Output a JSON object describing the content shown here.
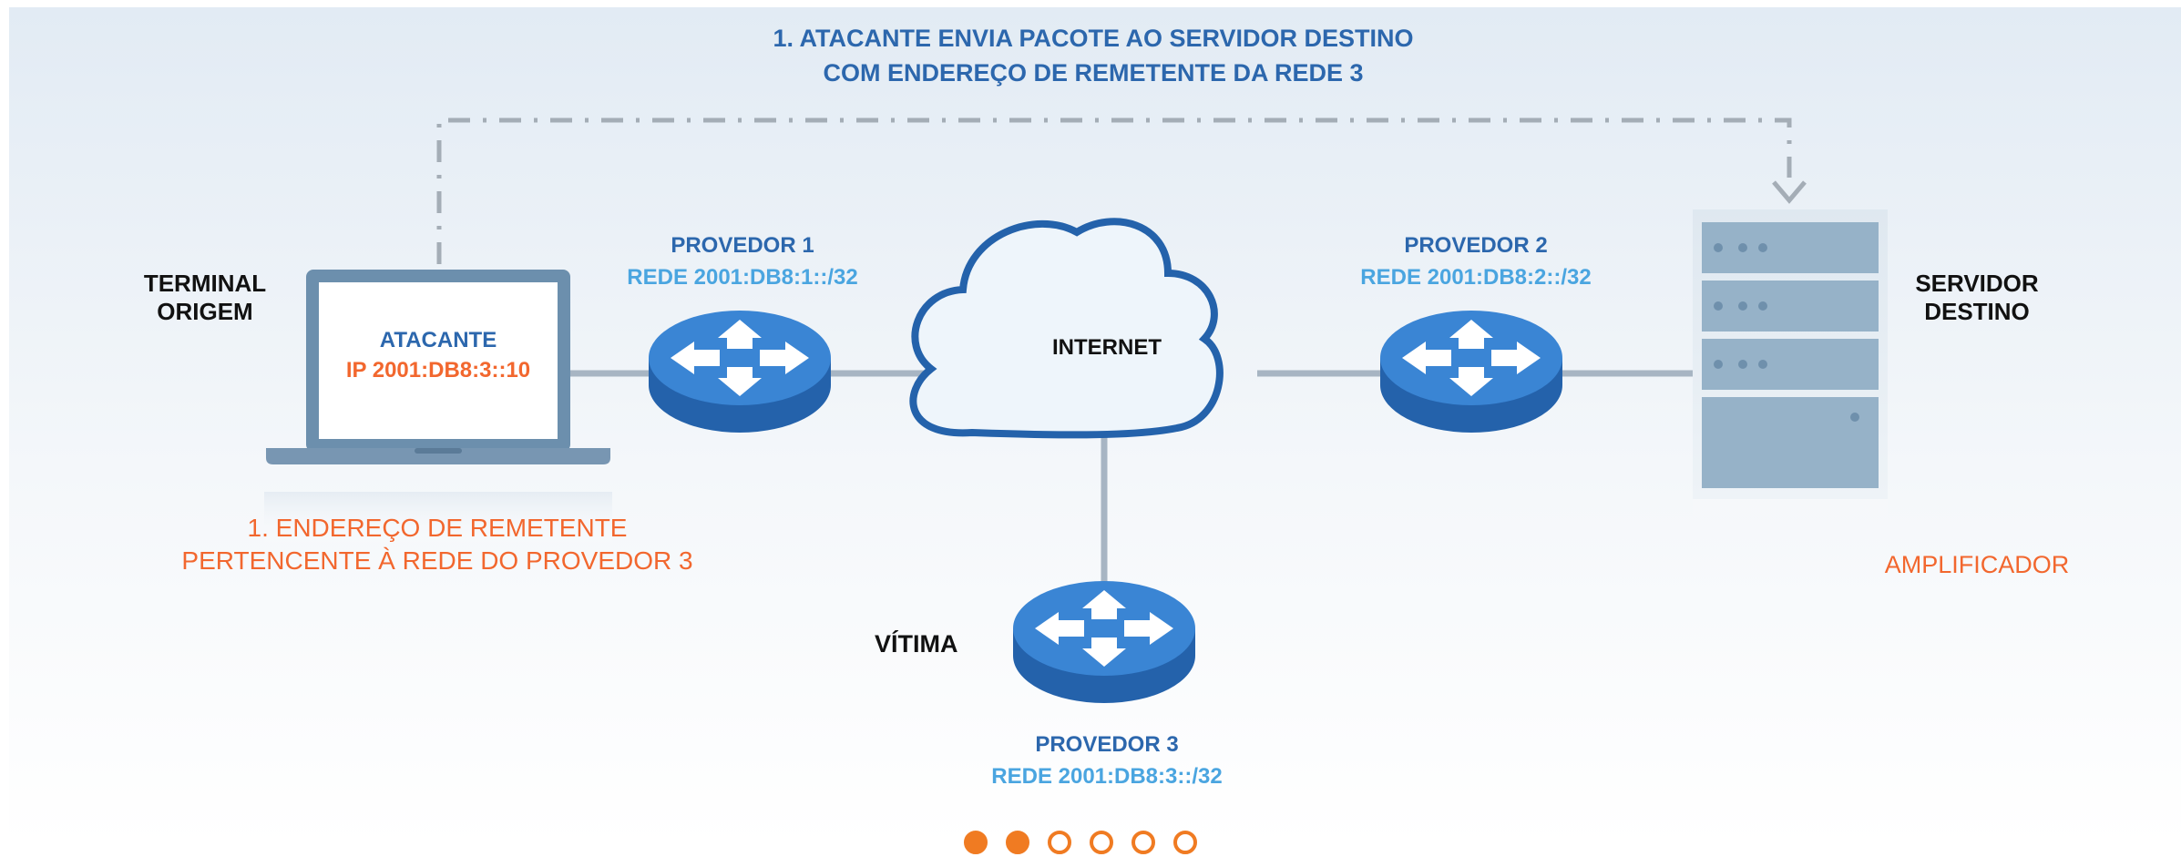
{
  "top_note": {
    "line1": "1. ATACANTE ENVIA PACOTE AO SERVIDOR DESTINO",
    "line2": "COM ENDEREÇO DE REMETENTE DA REDE 3"
  },
  "origin": {
    "label_line1": "TERMINAL",
    "label_line2": "ORIGEM",
    "screen_title": "ATACANTE",
    "screen_ip": "IP 2001:DB8:3::10",
    "note_line1": "1. ENDEREÇO DE REMETENTE",
    "note_line2": "PERTENCENTE À REDE DO PROVEDOR 3"
  },
  "provider1": {
    "name": "PROVEDOR 1",
    "network": "REDE 2001:DB8:1::/32"
  },
  "provider2": {
    "name": "PROVEDOR 2",
    "network": "REDE 2001:DB8:2::/32"
  },
  "provider3": {
    "name": "PROVEDOR 3",
    "network": "REDE 2001:DB8:3::/32",
    "role": "VÍTIMA"
  },
  "internet": {
    "label": "INTERNET"
  },
  "destination": {
    "label_line1": "SERVIDOR",
    "label_line2": "DESTINO",
    "role": "AMPLIFICADOR"
  },
  "pagination": {
    "total": 6,
    "active_indices": [
      0,
      1
    ]
  },
  "colors": {
    "accent_orange": "#f2672e",
    "dark_blue": "#2c67ad",
    "light_blue": "#4aa5e0",
    "router_blue": "#2e6fc0"
  }
}
